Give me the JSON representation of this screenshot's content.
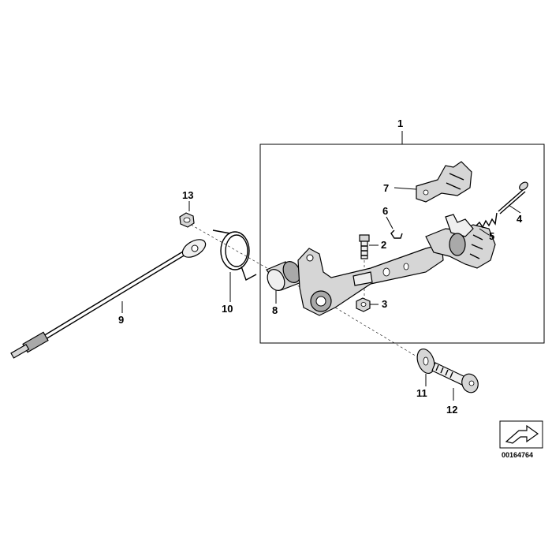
{
  "callouts": [
    {
      "id": "1",
      "label": "1"
    },
    {
      "id": "2",
      "label": "2"
    },
    {
      "id": "3",
      "label": "3"
    },
    {
      "id": "4",
      "label": "4"
    },
    {
      "id": "5",
      "label": "5"
    },
    {
      "id": "6",
      "label": "6"
    },
    {
      "id": "7",
      "label": "7"
    },
    {
      "id": "8",
      "label": "8"
    },
    {
      "id": "9",
      "label": "9"
    },
    {
      "id": "10",
      "label": "10"
    },
    {
      "id": "11",
      "label": "11"
    },
    {
      "id": "12",
      "label": "12"
    },
    {
      "id": "13",
      "label": "13"
    }
  ],
  "document_number": "00164764"
}
